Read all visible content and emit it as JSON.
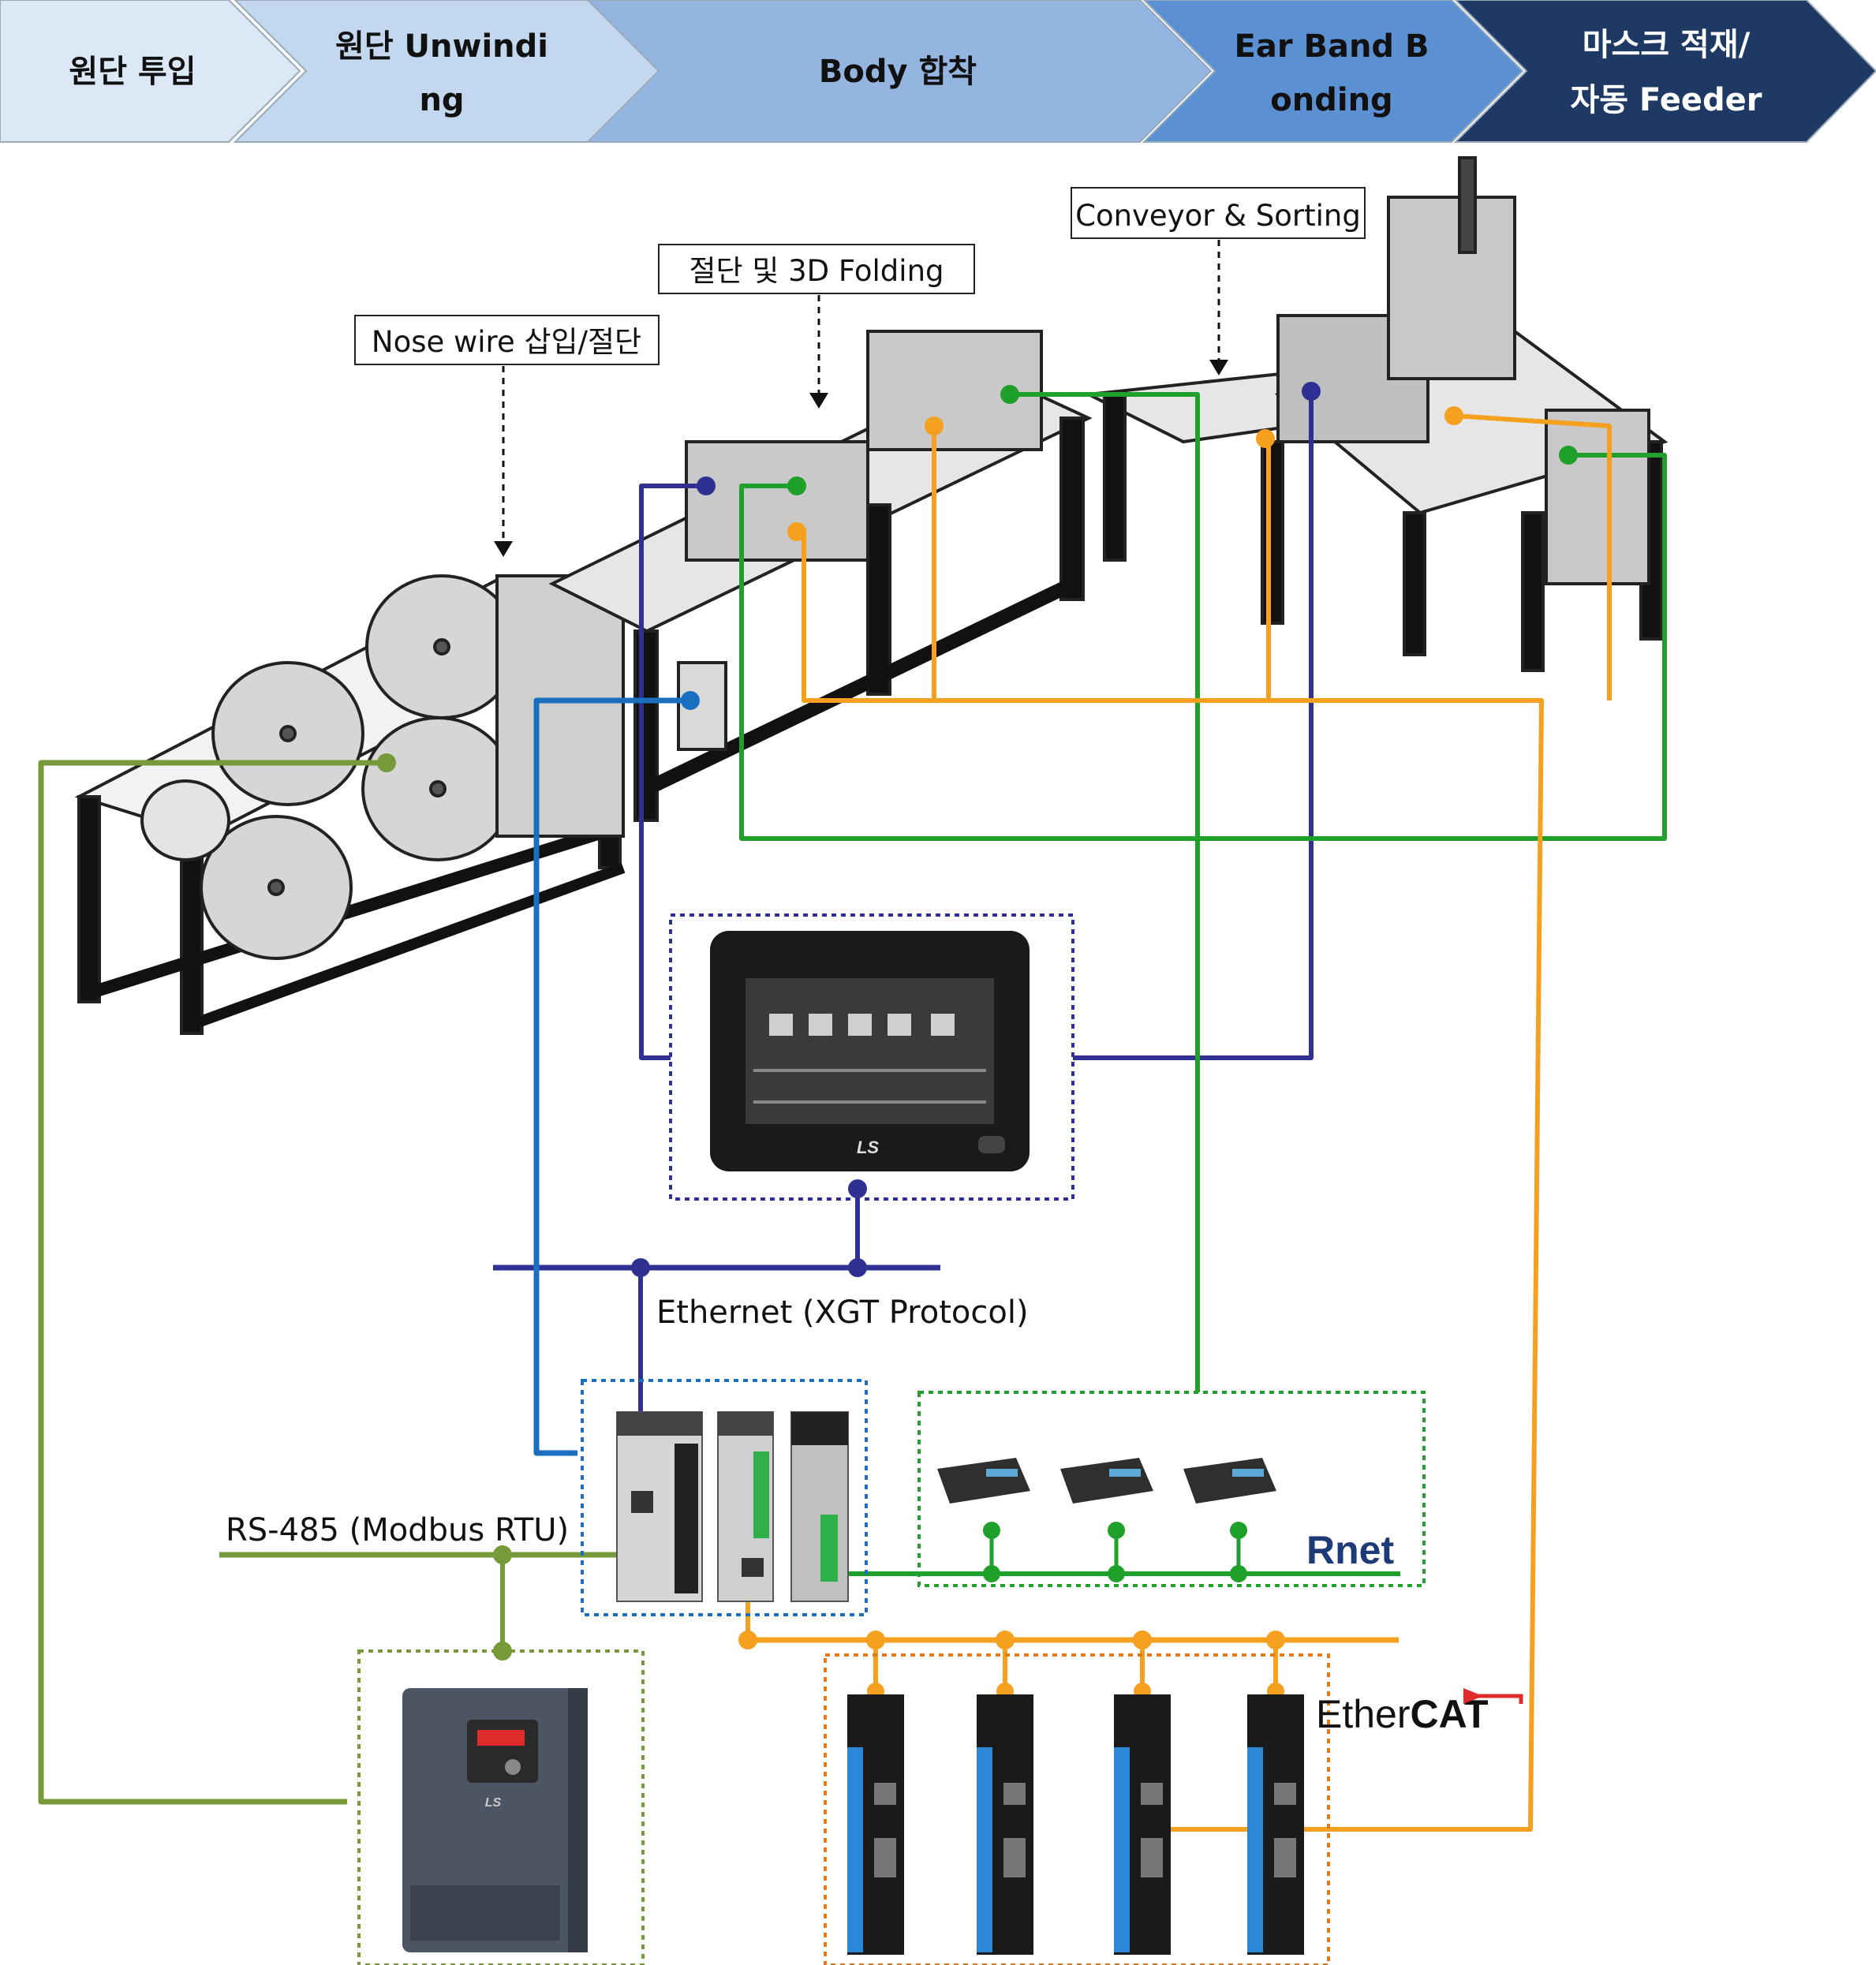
{
  "process_steps": [
    {
      "line1": "원단 투입",
      "line2": ""
    },
    {
      "line1": "원단 Unwindi",
      "line2": "ng"
    },
    {
      "line1": "Body 합착",
      "line2": ""
    },
    {
      "line1": "Ear Band B",
      "line2": "onding"
    },
    {
      "line1": "마스크 적재/",
      "line2": "자동 Feeder"
    }
  ],
  "callouts": {
    "nose_wire": "Nose wire 삽입/절단",
    "folding": "절단 및 3D Folding",
    "conveyor": "Conveyor & Sorting"
  },
  "networks": {
    "ethernet": "Ethernet (XGT Protocol)",
    "rs485": "RS-485 (Modbus RTU)",
    "rnet": "Rnet",
    "ethercat_a": "Ether",
    "ethercat_b": "CAT"
  },
  "hmi": {
    "brand": "LS"
  },
  "inverter": {
    "brand": "LS"
  },
  "colors": {
    "ethernet": "#2e3192",
    "ethernet_plc": "#1b6fc0",
    "rnet": "#1fa02a",
    "ethercat": "#f5a01e",
    "rs485": "#76993a",
    "chevron_1": "#dce8f6",
    "chevron_2": "#c3d7ee",
    "chevron_3": "#93b5e0",
    "chevron_4": "#5b90d3",
    "chevron_5": "#1e3a64"
  }
}
